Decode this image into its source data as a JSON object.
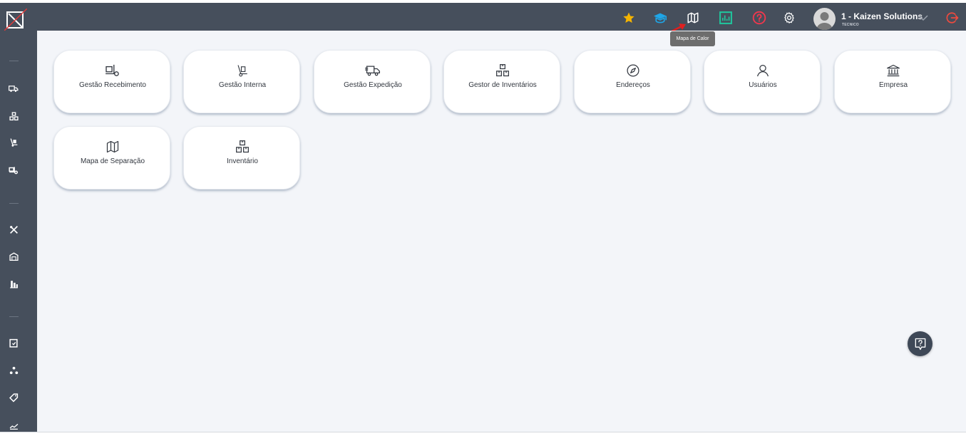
{
  "header": {
    "user_name": "1 - Kaizen Solutions",
    "user_role": "TECNICO",
    "tooltip": "Mapa de Calor",
    "icons": [
      "star-icon",
      "graduation-cap-icon",
      "map-icon",
      "bar-chart-icon",
      "question-icon",
      "gear-icon",
      "chevron-down-icon",
      "logout-icon"
    ],
    "colors": {
      "star": "#f5b400",
      "cap": "#1ea6e8",
      "chart": "#20c39b",
      "question": "#f2374d",
      "logout": "#f04a3e",
      "tooltip_arrow": "#e02020"
    }
  },
  "sidebar": {
    "icons": [
      "truck-icon",
      "boxes-icon",
      "hand-truck-icon",
      "trolley-icon",
      "tools-icon",
      "warehouse-icon",
      "buildings-icon",
      "clipboard-icon",
      "network-icon",
      "tag-icon",
      "chart-line-icon"
    ]
  },
  "modules": [
    {
      "label": "Gestão Recebimento",
      "icon": "trolley-icon"
    },
    {
      "label": "Gestão Interna",
      "icon": "hand-truck-icon"
    },
    {
      "label": "Gestão Expedição",
      "icon": "truck-icon"
    },
    {
      "label": "Gestor de Inventários",
      "icon": "boxes-icon"
    },
    {
      "label": "Endereços",
      "icon": "compass-icon"
    },
    {
      "label": "Usuários",
      "icon": "user-icon"
    },
    {
      "label": "Empresa",
      "icon": "bank-icon"
    },
    {
      "label": "Mapa de Separação",
      "icon": "map-icon"
    },
    {
      "label": "Inventário",
      "icon": "boxes-icon"
    }
  ],
  "help": {
    "icon": "help-chat-icon"
  }
}
